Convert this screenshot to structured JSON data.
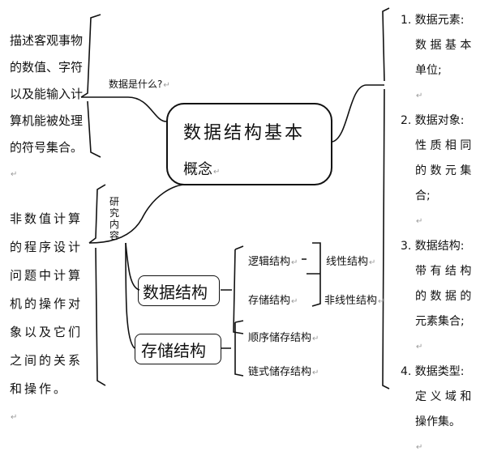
{
  "left_definition": {
    "lines": [
      "描述客观事物",
      "的数值、字符",
      "以及能输入计",
      "算机能被处理",
      "的符号集合。"
    ]
  },
  "question_label": "数据是什么?",
  "central": {
    "line1": "数据结构基本",
    "line2": "概念"
  },
  "research_label": "研究内容",
  "left_research": {
    "lines": [
      "非数值计算",
      "的程序设计",
      "问题中计算",
      "机的操作对",
      "象以及它们",
      "之间的关系",
      "和操作。"
    ]
  },
  "data_structure": {
    "title": "数据结构",
    "logical": "逻辑结构",
    "storage": "存储结构",
    "linear": "线性结构",
    "nonlinear": "非线性结构"
  },
  "storage_structure": {
    "title": "存储结构",
    "sequential": "顺序储存结构",
    "linked": "链式储存结构"
  },
  "right_list": {
    "lines": [
      "1. 数据元素:",
      "数 据 基 本",
      "单位;",
      "2. 数据对象:",
      "性 质 相 同",
      "的 数 元 集",
      "合;",
      "3. 数据结构:",
      "带 有 结 构",
      "的 数 据 的",
      "元素集合;",
      "4. 数据类型:",
      "定 义 域 和",
      "操作集。"
    ]
  },
  "return_mark": "↵"
}
